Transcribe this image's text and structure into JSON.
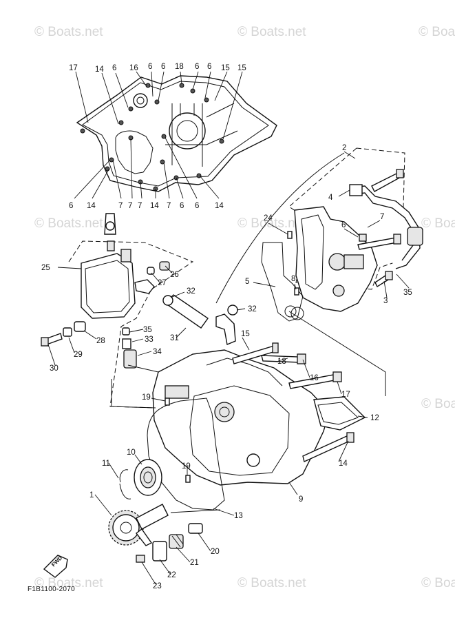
{
  "watermark": "© Boats.net",
  "diagram_code": "F1B1100-2070",
  "fwd_label": "FWD",
  "callouts": [
    {
      "id": "c17a",
      "label": "17"
    },
    {
      "id": "c14a",
      "label": "14"
    },
    {
      "id": "c6a",
      "label": "6"
    },
    {
      "id": "c16",
      "label": "16"
    },
    {
      "id": "c6b",
      "label": "6"
    },
    {
      "id": "c6c",
      "label": "6"
    },
    {
      "id": "c18a",
      "label": "18"
    },
    {
      "id": "c6d",
      "label": "6"
    },
    {
      "id": "c6e",
      "label": "6"
    },
    {
      "id": "c15a",
      "label": "15"
    },
    {
      "id": "c15b",
      "label": "15"
    },
    {
      "id": "c6f",
      "label": "6"
    },
    {
      "id": "c14b",
      "label": "14"
    },
    {
      "id": "c7a",
      "label": "7"
    },
    {
      "id": "c7b",
      "label": "7"
    },
    {
      "id": "c7c",
      "label": "7"
    },
    {
      "id": "c14c",
      "label": "14"
    },
    {
      "id": "c7d",
      "label": "7"
    },
    {
      "id": "c6g",
      "label": "6"
    },
    {
      "id": "c6h",
      "label": "6"
    },
    {
      "id": "c14d",
      "label": "14"
    },
    {
      "id": "c2",
      "label": "2"
    },
    {
      "id": "c4",
      "label": "4"
    },
    {
      "id": "c24",
      "label": "24"
    },
    {
      "id": "c6i",
      "label": "6"
    },
    {
      "id": "c7e",
      "label": "7"
    },
    {
      "id": "c5",
      "label": "5"
    },
    {
      "id": "c8",
      "label": "8"
    },
    {
      "id": "c3",
      "label": "3"
    },
    {
      "id": "c35a",
      "label": "35"
    },
    {
      "id": "c25",
      "label": "25"
    },
    {
      "id": "c26",
      "label": "26"
    },
    {
      "id": "c27",
      "label": "27"
    },
    {
      "id": "c32a",
      "label": "32"
    },
    {
      "id": "c32b",
      "label": "32"
    },
    {
      "id": "c35b",
      "label": "35"
    },
    {
      "id": "c33",
      "label": "33"
    },
    {
      "id": "c34",
      "label": "34"
    },
    {
      "id": "c31",
      "label": "31"
    },
    {
      "id": "c28",
      "label": "28"
    },
    {
      "id": "c29",
      "label": "29"
    },
    {
      "id": "c30",
      "label": "30"
    },
    {
      "id": "c15c",
      "label": "15"
    },
    {
      "id": "c18b",
      "label": "18"
    },
    {
      "id": "c16b",
      "label": "16"
    },
    {
      "id": "c17b",
      "label": "17"
    },
    {
      "id": "c12",
      "label": "12"
    },
    {
      "id": "c19a",
      "label": "19"
    },
    {
      "id": "c14e",
      "label": "14"
    },
    {
      "id": "c19b",
      "label": "19"
    },
    {
      "id": "c10",
      "label": "10"
    },
    {
      "id": "c11",
      "label": "11"
    },
    {
      "id": "c1",
      "label": "1"
    },
    {
      "id": "c9",
      "label": "9"
    },
    {
      "id": "c13",
      "label": "13"
    },
    {
      "id": "c20",
      "label": "20"
    },
    {
      "id": "c21",
      "label": "21"
    },
    {
      "id": "c22",
      "label": "22"
    },
    {
      "id": "c23",
      "label": "23"
    }
  ]
}
